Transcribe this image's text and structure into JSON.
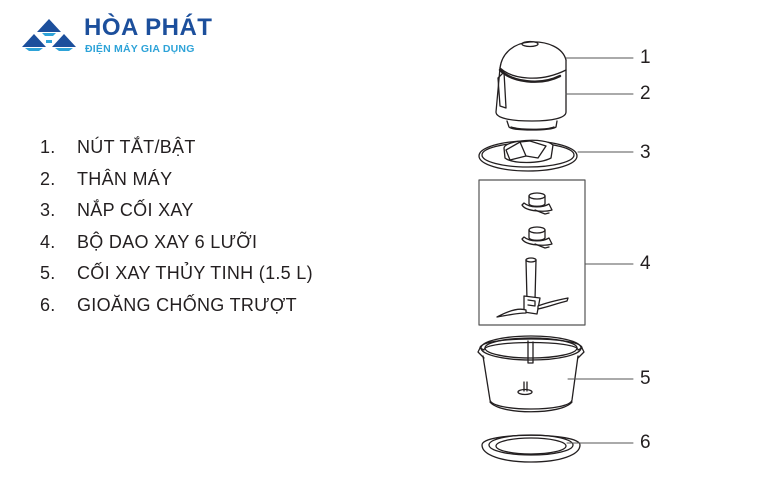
{
  "brand": {
    "name": "HÒA PHÁT",
    "tagline": "ĐIỆN MÁY GIA DỤNG",
    "primary_color": "#1c4f9c",
    "accent_color": "#2ea3d8"
  },
  "parts_list": [
    {
      "number": "1.",
      "label": "NÚT TẮT/BẬT"
    },
    {
      "number": "2.",
      "label": "THÂN MÁY"
    },
    {
      "number": "3.",
      "label": "NẮP CỐI XAY"
    },
    {
      "number": "4.",
      "label": "BỘ DAO XAY 6 LƯỠI"
    },
    {
      "number": "5.",
      "label": "CỐI XAY THỦY TINH (1.5 L)"
    },
    {
      "number": "6.",
      "label": "GIOĂNG CHỐNG TRƯỢT"
    }
  ],
  "callouts": [
    {
      "id": "1",
      "label": "1",
      "part": "on-off-button"
    },
    {
      "id": "2",
      "label": "2",
      "part": "motor-body"
    },
    {
      "id": "3",
      "label": "3",
      "part": "bowl-lid"
    },
    {
      "id": "4",
      "label": "4",
      "part": "six-blade-assembly"
    },
    {
      "id": "5",
      "label": "5",
      "part": "glass-bowl"
    },
    {
      "id": "6",
      "label": "6",
      "part": "anti-slip-gasket"
    }
  ],
  "colors": {
    "line": "#231f20",
    "text": "#231f20",
    "background": "#ffffff"
  }
}
